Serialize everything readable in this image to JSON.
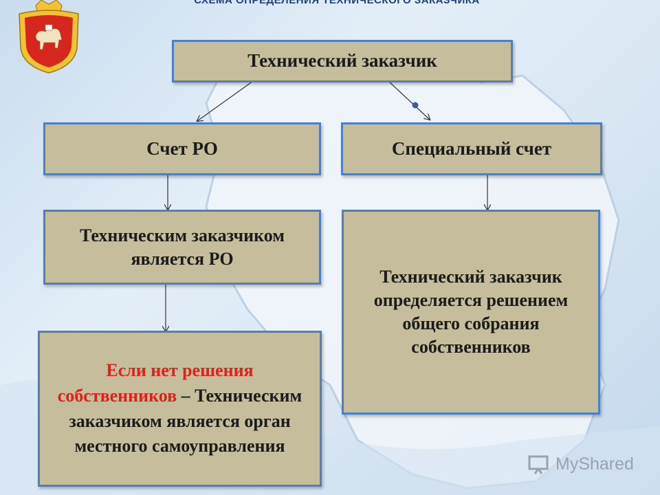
{
  "slide": {
    "title": "СХЕМА ОПРЕДЕЛЕНИЯ ТЕХНИЧЕСКОГО ЗАКАЗЧИКА"
  },
  "diagram": {
    "root": {
      "label": "Технический заказчик"
    },
    "branch_left": {
      "label": "Счет РО"
    },
    "branch_right": {
      "label": "Специальный счет"
    },
    "left_result": {
      "label": "Техническим заказчиком является РО"
    },
    "right_result": {
      "label": "Технический заказчик определяется решением общего собрания собственников"
    },
    "left_fallback": {
      "red_text": "Если нет решения собственников",
      "dash": " –",
      "rest_text": "Техническим заказчиком является орган местного самоуправления"
    }
  },
  "watermark": {
    "text": "MyShared"
  },
  "colors": {
    "box_fill": "#c5bd9c",
    "box_border": "#4f7fbf",
    "emphasis_red": "#e0201a",
    "title_blue": "#1f3f7a"
  }
}
